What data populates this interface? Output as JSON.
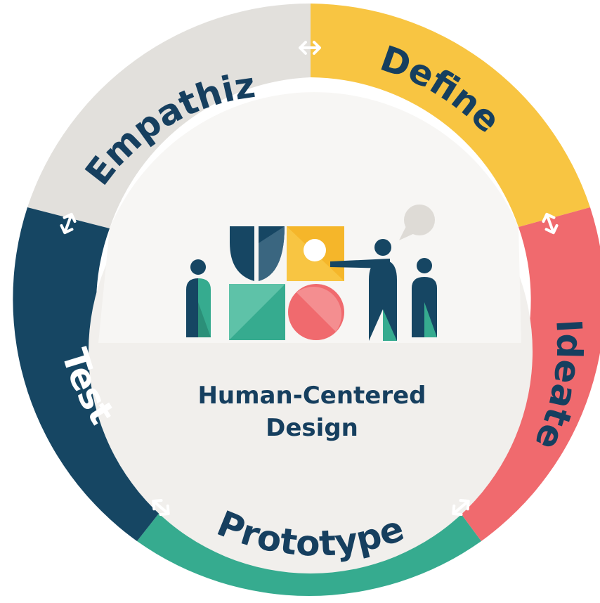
{
  "diagram": {
    "center": {
      "line1": "Human-Centered",
      "line2": "Design"
    },
    "stages": [
      {
        "label": "Empathize",
        "color": "#e2e0dc",
        "text_color": "#163f5f"
      },
      {
        "label": "Define",
        "color": "#f8c542",
        "text_color": "#163f5f"
      },
      {
        "label": "Ideate",
        "color": "#f06a6e",
        "text_color": "#163f5f"
      },
      {
        "label": "Prototype",
        "color": "#36ab8f",
        "text_color": "#163f5f"
      },
      {
        "label": "Test",
        "color": "#164663",
        "text_color": "#ffffff"
      }
    ],
    "connector_icon": "double-arrow-icon",
    "illustration_icon": "team-collaboration-icon",
    "colors": {
      "navy": "#164663",
      "teal": "#36ab8f",
      "yellow": "#f8c542",
      "coral": "#f06a6e",
      "light_gray": "#e2e0dc",
      "center_fill": "#f1efec"
    }
  }
}
